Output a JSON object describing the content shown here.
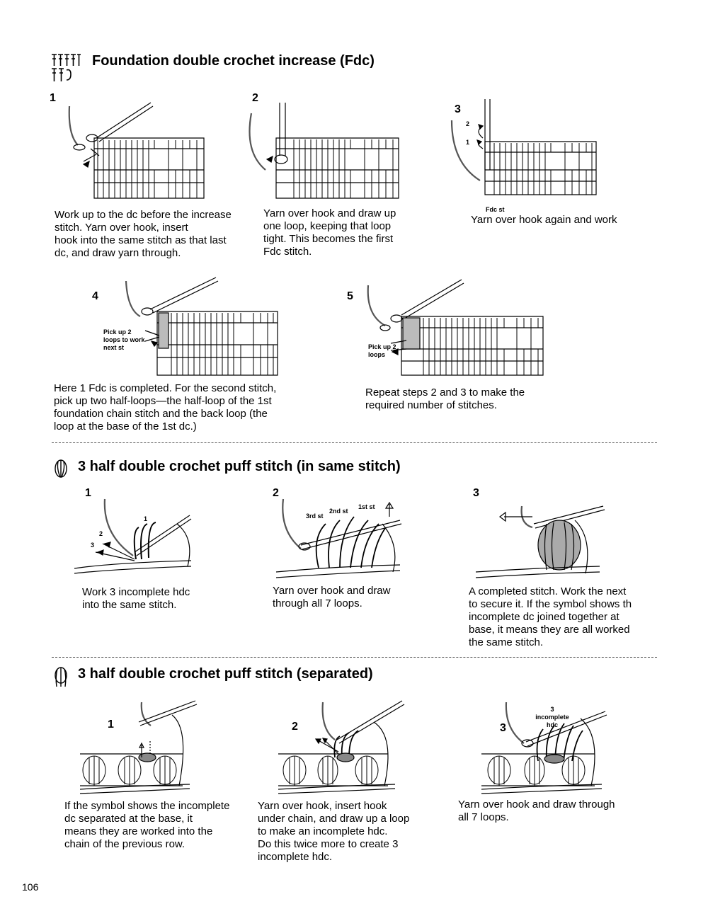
{
  "sections": [
    {
      "title": "Foundation double crochet increase (Fdc)",
      "symbol_icon": "fdc-increase-symbol-icon",
      "steps": [
        {
          "number": "1",
          "caption": "Work up to the dc before the increase\nstitch. Yarn over hook, insert\nhook into the same stitch as that last\ndc, and draw yarn through."
        },
        {
          "number": "2",
          "caption": "Yarn over hook  and draw up\none loop, keeping that loop\ntight. This becomes the first\nFdc stitch."
        },
        {
          "number": "3",
          "caption": "Yarn over hook again and work",
          "labels": {
            "arrow2": "2",
            "arrow1": "1",
            "fdc": "Fdc st"
          }
        },
        {
          "number": "4",
          "caption": "Here 1 Fdc is completed. For the second stitch,\npick up two half-loops—the half-loop of the 1st\nfoundation chain stitch and the back loop (the\nloop at the base of the 1st dc.)",
          "labels": {
            "note": "Pick up 2\nloops to work\nnext st"
          }
        },
        {
          "number": "5",
          "caption": "Repeat steps 2 and 3 to make the\nrequired number of stitches.",
          "labels": {
            "note": "Pick up 2\nloops"
          }
        }
      ]
    },
    {
      "title": "3 half double crochet puff stitch (in same stitch)",
      "symbol_icon": "puff-stitch-same-symbol-icon",
      "steps": [
        {
          "number": "1",
          "caption": "Work 3 incomplete hdc\ninto the same stitch.",
          "labels": {
            "a1": "1",
            "a2": "2",
            "a3": "3"
          }
        },
        {
          "number": "2",
          "caption": "Yarn over hook and draw\nthrough all 7 loops.",
          "labels": {
            "s3": "3rd st",
            "s2": "2nd st",
            "s1": "1st st"
          }
        },
        {
          "number": "3",
          "caption": "A completed stitch. Work the next\nto secure it. If the symbol shows th\nincomplete dc joined together at\nbase, it means they are all worked\nthe same stitch."
        }
      ]
    },
    {
      "title": "3 half double crochet puff stitch (separated)",
      "symbol_icon": "puff-stitch-separated-symbol-icon",
      "steps": [
        {
          "number": "1",
          "caption": "If the symbol shows the incomplete\ndc separated at the base, it\nmeans they are worked into the\nchain of the previous row."
        },
        {
          "number": "2",
          "caption": "Yarn over hook, insert hook\nunder chain, and draw up a loop\nto make an incomplete hdc.\nDo this twice more to create 3\nincomplete hdc."
        },
        {
          "number": "3",
          "caption": "Yarn over hook and draw through\nall 7 loops.",
          "labels": {
            "note": "3 incomplete\nhdc"
          }
        }
      ]
    }
  ],
  "page_number": "106"
}
